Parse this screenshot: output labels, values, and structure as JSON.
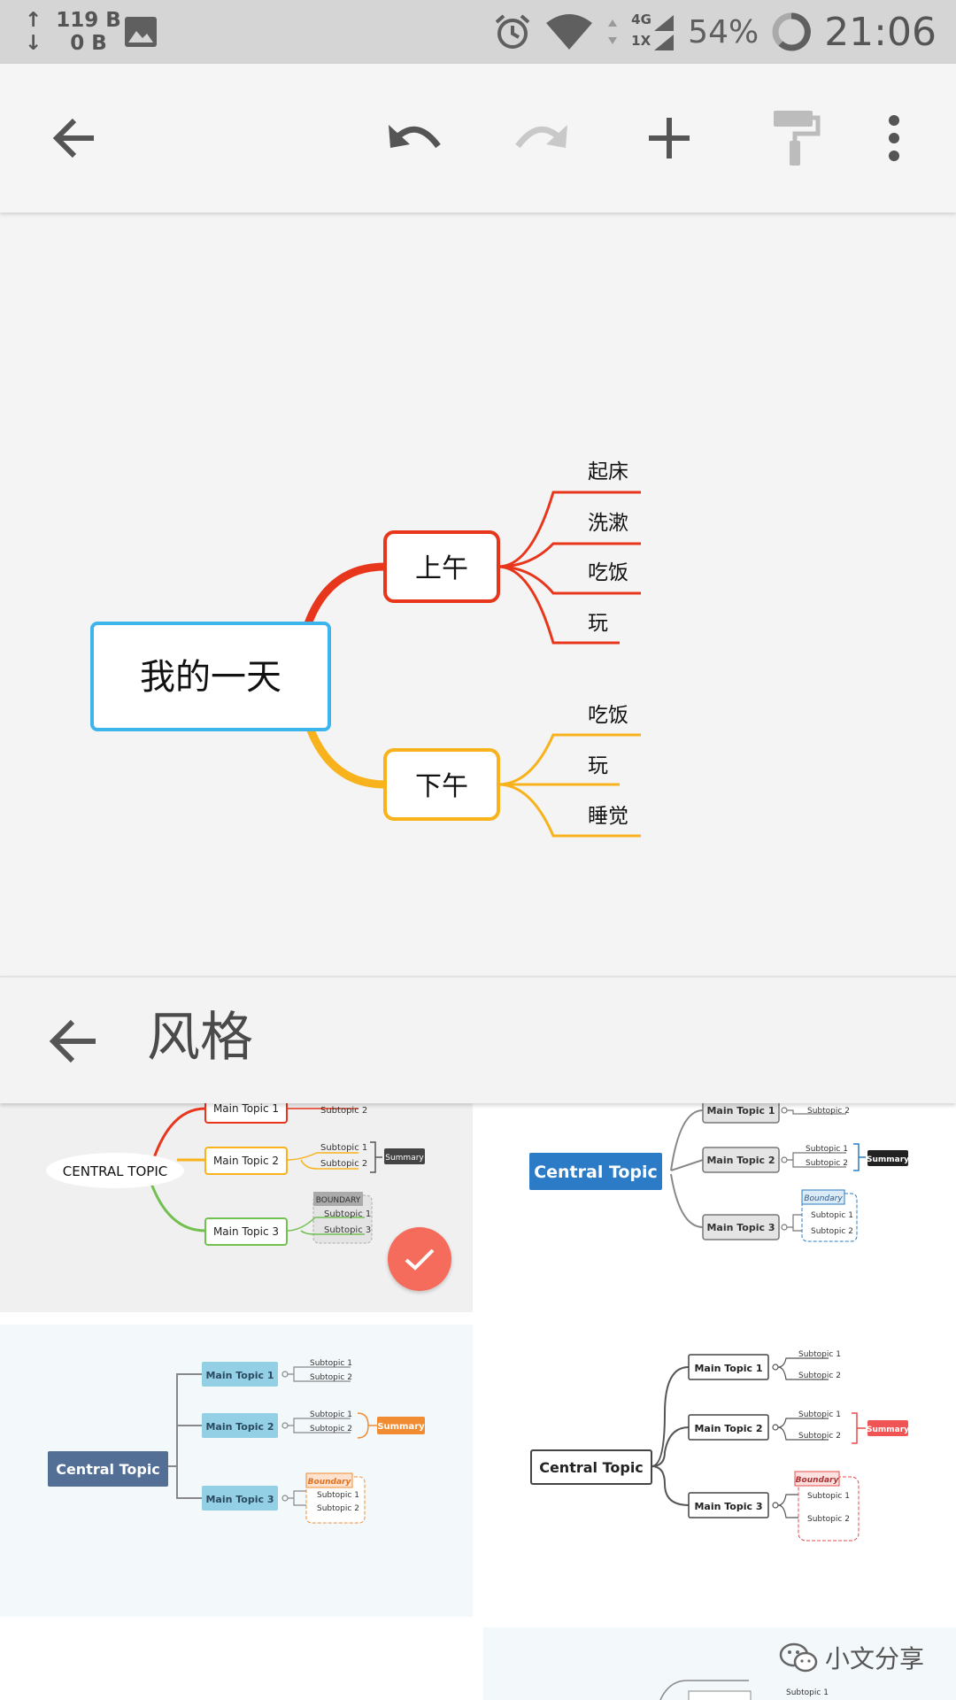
{
  "status_bar": {
    "upload": "↑  119 B",
    "download": "↓    0 B",
    "network_top": "4G",
    "network_bottom": "1X",
    "battery": "54%",
    "time": "21:06",
    "icons": [
      "image-icon",
      "alarm-icon",
      "wifi-icon",
      "signal-icon",
      "battery-icon"
    ]
  },
  "toolbar": {
    "icons": [
      "back-arrow-icon",
      "undo-icon",
      "redo-icon",
      "add-icon",
      "format-paint-icon",
      "more-vert-icon"
    ]
  },
  "mindmap": {
    "central": "我的一天",
    "branches": [
      {
        "label": "上午",
        "color": "#e8361c",
        "children": [
          "起床",
          "洗漱",
          "吃饭",
          "玩"
        ]
      },
      {
        "label": "下午",
        "color": "#f7b21c",
        "children": [
          "吃饭",
          "玩",
          "睡觉"
        ]
      }
    ],
    "central_border": "#3db4ec"
  },
  "style_panel": {
    "title": "风格",
    "themes": [
      {
        "central": "CENTRAL TOPIC",
        "topics": [
          "Main Topic 1",
          "Main Topic 2",
          "Main Topic 3"
        ],
        "subtopics": [
          "Subtopic 2",
          "Subtopic 1",
          "Subtopic 2",
          "Subtopic 1",
          "Subtopic 3"
        ],
        "summary": "Summary",
        "boundary": "BOUNDARY",
        "selected": true
      },
      {
        "central": "Central Topic",
        "topics": [
          "Main Topic 1",
          "Main Topic 2",
          "Main Topic 3"
        ],
        "subtopics": [
          "Subtopic 2",
          "Subtopic 1",
          "Subtopic 2",
          "Subtopic 1",
          "Subtopic 2"
        ],
        "summary": "Summary",
        "boundary": "Boundary"
      },
      {
        "central": "Central Topic",
        "topics": [
          "Main Topic 1",
          "Main Topic 2",
          "Main Topic 3"
        ],
        "subtopics": [
          "Subtopic 1",
          "Subtopic 2",
          "Subtopic 1",
          "Subtopic 2",
          "Subtopic 1",
          "Subtopic 2"
        ],
        "summary": "Summary",
        "boundary": "Boundary"
      },
      {
        "central": "Central Topic",
        "topics": [
          "Main Topic 1",
          "Main Topic 2",
          "Main Topic 3"
        ],
        "subtopics": [
          "Subtopic 1",
          "Subtopic 2",
          "Subtopic 1",
          "Subtopic 2",
          "Subtopic 1",
          "Subtopic 2"
        ],
        "summary": "Summary",
        "boundary": "Boundary"
      },
      {
        "subtopics": [
          "Subtopic 1"
        ]
      }
    ]
  },
  "watermark": "小文分享"
}
